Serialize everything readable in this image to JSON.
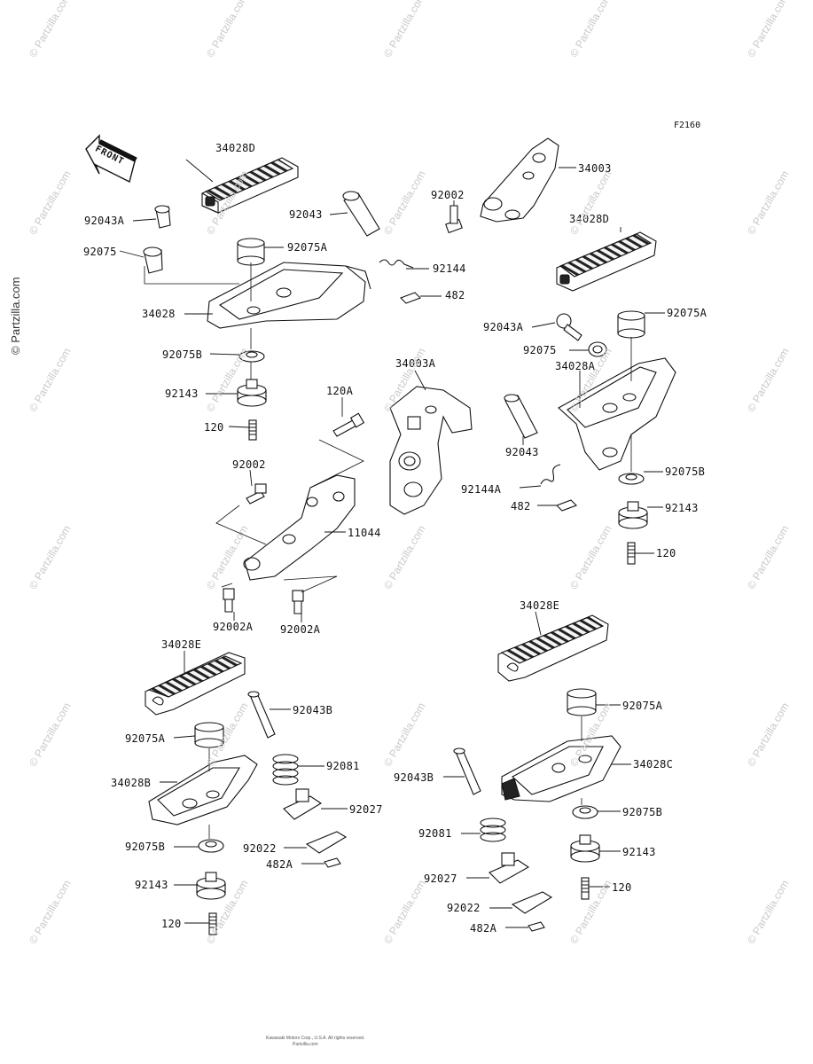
{
  "figure_code": "F2160",
  "front_label": "FRONT",
  "side_watermark": "© Partzilla.com",
  "watermark_text": "© Partzilla.com",
  "copyright_line1": "Kawasaki Motors Corp., U.S.A. All rights reserved.",
  "copyright_line2": "Partzilla.com",
  "labels": [
    {
      "id": "l01",
      "text": "34028D"
    },
    {
      "id": "l02",
      "text": "92043A"
    },
    {
      "id": "l03",
      "text": "92075"
    },
    {
      "id": "l04",
      "text": "92043"
    },
    {
      "id": "l05",
      "text": "92075A"
    },
    {
      "id": "l06",
      "text": "92144"
    },
    {
      "id": "l07",
      "text": "482"
    },
    {
      "id": "l08",
      "text": "34028"
    },
    {
      "id": "l09",
      "text": "92075B"
    },
    {
      "id": "l10",
      "text": "92143"
    },
    {
      "id": "l11",
      "text": "120A"
    },
    {
      "id": "l12",
      "text": "120"
    },
    {
      "id": "l13",
      "text": "92002"
    },
    {
      "id": "l14",
      "text": "34003"
    },
    {
      "id": "l15",
      "text": "92002"
    },
    {
      "id": "l16",
      "text": "34028D"
    },
    {
      "id": "l17",
      "text": "92043A"
    },
    {
      "id": "l18",
      "text": "92075A"
    },
    {
      "id": "l19",
      "text": "92075"
    },
    {
      "id": "l20",
      "text": "34003A"
    },
    {
      "id": "l21",
      "text": "34028A"
    },
    {
      "id": "l22",
      "text": "92043"
    },
    {
      "id": "l23",
      "text": "92075B"
    },
    {
      "id": "l24",
      "text": "92144A"
    },
    {
      "id": "l25",
      "text": "482"
    },
    {
      "id": "l26",
      "text": "92143"
    },
    {
      "id": "l27",
      "text": "11044"
    },
    {
      "id": "l28",
      "text": "120"
    },
    {
      "id": "l29",
      "text": "92002A"
    },
    {
      "id": "l30",
      "text": "92002A"
    },
    {
      "id": "l31",
      "text": "34028E"
    },
    {
      "id": "l32",
      "text": "34028E"
    },
    {
      "id": "l33",
      "text": "92043B"
    },
    {
      "id": "l34",
      "text": "92075A"
    },
    {
      "id": "l35",
      "text": "92075A"
    },
    {
      "id": "l36",
      "text": "92081"
    },
    {
      "id": "l37",
      "text": "34028B"
    },
    {
      "id": "l38",
      "text": "92027"
    },
    {
      "id": "l39",
      "text": "92043B"
    },
    {
      "id": "l40",
      "text": "34028C"
    },
    {
      "id": "l41",
      "text": "92075B"
    },
    {
      "id": "l42",
      "text": "92022"
    },
    {
      "id": "l43",
      "text": "482A"
    },
    {
      "id": "l44",
      "text": "92075B"
    },
    {
      "id": "l45",
      "text": "92081"
    },
    {
      "id": "l46",
      "text": "92143"
    },
    {
      "id": "l47",
      "text": "92143"
    },
    {
      "id": "l48",
      "text": "92027"
    },
    {
      "id": "l49",
      "text": "120"
    },
    {
      "id": "l50",
      "text": "120"
    },
    {
      "id": "l51",
      "text": "92022"
    },
    {
      "id": "l52",
      "text": "482A"
    }
  ]
}
